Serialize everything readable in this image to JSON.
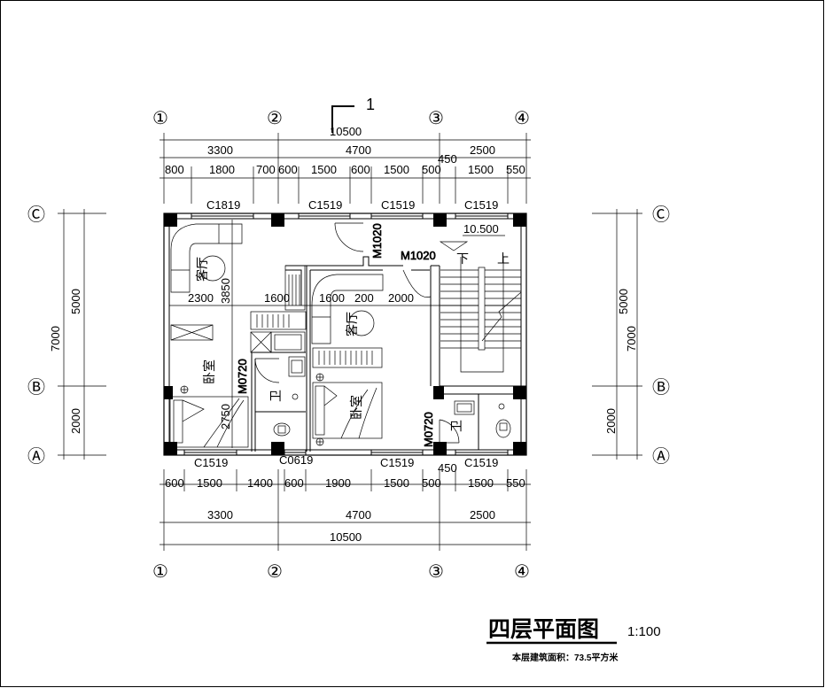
{
  "title": {
    "name": "四层平面图",
    "scale": "1:100",
    "area": "本层建筑面积：73.5平方米"
  },
  "section_mark": "1",
  "axes": {
    "vertical": [
      "①",
      "②",
      "③",
      "④"
    ],
    "horizontal": [
      "Ⓒ",
      "Ⓑ",
      "Ⓐ"
    ]
  },
  "dims_top": {
    "total": "10500",
    "bays": [
      "3300",
      "4700",
      "2500"
    ],
    "detail": [
      "800",
      "1800",
      "700",
      "600",
      "1500",
      "600",
      "1500",
      "500",
      "450",
      "1500",
      "550"
    ]
  },
  "dims_bottom": {
    "detail": [
      "600",
      "1500",
      "1400",
      "600",
      "1900",
      "1500",
      "500",
      "450",
      "1500",
      "550"
    ],
    "bays": [
      "3300",
      "4700",
      "2500"
    ],
    "total": "10500"
  },
  "dims_left": {
    "cb": "5000",
    "total": "7000",
    "ba": "2000"
  },
  "dims_right": {
    "cb": "5000",
    "total": "7000",
    "ba": "2000"
  },
  "windows_top": [
    "C1819",
    "C1519",
    "C1519",
    "C1519"
  ],
  "windows_bottom": [
    "C1519",
    "C0619",
    "C1519",
    "C1519"
  ],
  "doors": [
    "M1020",
    "M1020",
    "M0720",
    "M0720"
  ],
  "rooms": {
    "living_left": "客厅",
    "living_mid": "客厅",
    "bedroom_left": "卧室",
    "bedroom_mid": "卧室",
    "bath_left": "卫",
    "bath_right": "卫"
  },
  "interior_dims": [
    "2300",
    "3850",
    "1600",
    "1600",
    "200",
    "2000",
    "2750"
  ],
  "stairs": {
    "down": "下",
    "up": "上",
    "elevation": "10.500"
  }
}
